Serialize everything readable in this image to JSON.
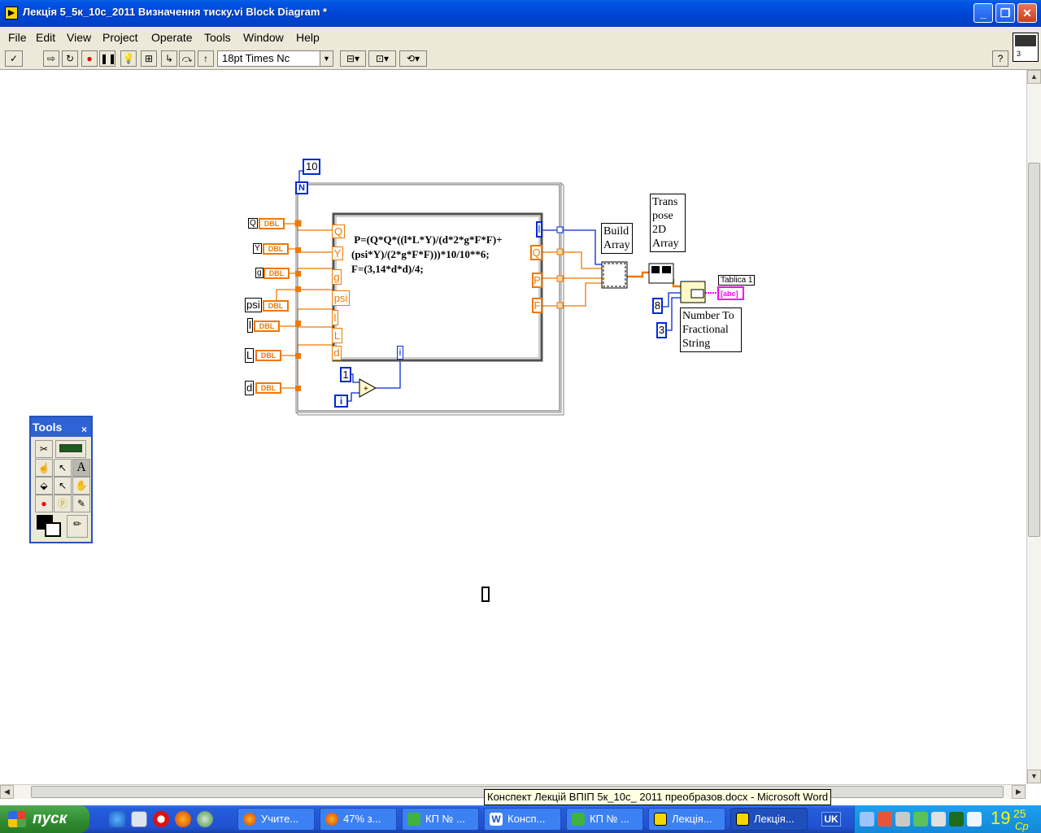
{
  "window": {
    "title": "Лекція 5_5к_10с_2011 Визначення тиску.vi Block Diagram *",
    "minimize_icon": "minimize-icon",
    "maximize_icon": "maximize-icon",
    "close_icon": "close-icon"
  },
  "menu": [
    "File",
    "Edit",
    "View",
    "Project",
    "Operate",
    "Tools",
    "Window",
    "Help"
  ],
  "toolbar": {
    "font": "18pt Times Nc",
    "help_label": "?"
  },
  "vi_icon_label": "3",
  "diagram": {
    "for_loop_count": "10",
    "for_loop_n": "N",
    "inputs": [
      "Q",
      "Y",
      "g",
      "psi",
      "l",
      "L",
      "d"
    ],
    "input_type": "DBL",
    "formula_inputs": [
      "Q",
      "Y",
      "g",
      "psi",
      "l",
      "L",
      "d"
    ],
    "formula_outputs": [
      "l",
      "Q",
      "P",
      "F"
    ],
    "formula_text": " P=(Q*Q*((l*L*Y)/(d*2*g*F*F)+\n(psi*Y)/(2*g*F*F)))*10/10**6;\nF=(3,14*d*d)/4;",
    "inner_index": "i",
    "constant_one": "1",
    "loop_index": "i",
    "add_symbol": "+",
    "build_array_label": "Build\nArray",
    "transpose_label": "Trans\npose\n2D\nArray",
    "number_to_string_label": "Number To\nFractional\nString",
    "width_const": "8",
    "precision_const": "3",
    "indicator_name": "Tablica 1",
    "indicator_type": "[abc]"
  },
  "tools_palette": {
    "title": "Tools",
    "close": "×"
  },
  "taskbar": {
    "start": "пуск",
    "tasks": [
      "Учите...",
      "47% з...",
      "КП № ...",
      "Консп...",
      "КП № ...",
      "Лекція...",
      "Лекція..."
    ],
    "lang": "UK",
    "clock_hour": "19",
    "clock_min": "25",
    "clock_day": "Ср"
  },
  "tooltip": "Конспект Лекцій ВПІП 5к_10с_ 2011 преобразов.docx - Microsoft Word",
  "colors": {
    "orange": "#f07800",
    "blue": "#0028d8",
    "pink": "#ff00ff",
    "titlebar": "#0046d5"
  }
}
